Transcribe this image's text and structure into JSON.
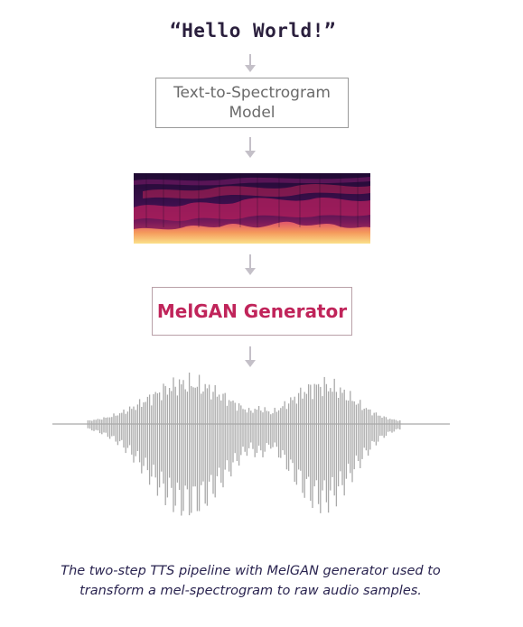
{
  "input": {
    "text": "“Hello World!”"
  },
  "text_to_spectrogram": {
    "line1": "Text-to-Spectrogram",
    "line2": "Model"
  },
  "melgan": {
    "label": "MelGAN Generator"
  },
  "caption": {
    "line1": "The two-step TTS pipeline with MelGAN generator used to",
    "line2": "transform a mel-spectrogram to raw audio samples."
  },
  "colors": {
    "arrow": "#c4c0c8",
    "melgan_text": "#c0245a",
    "caption_text": "#2a2450",
    "waveform": "#a9a9a9",
    "spectrogram_dark": "#2b0c3c",
    "spectrogram_mid": "#b81f5c",
    "spectrogram_hot": "#f6b36a"
  }
}
